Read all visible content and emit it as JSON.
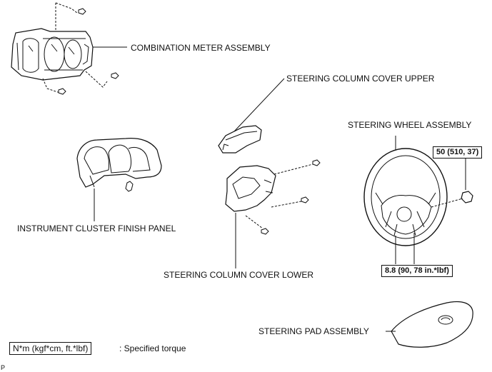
{
  "labels": {
    "combination_meter": "COMBINATION METER ASSEMBLY",
    "column_cover_upper": "STEERING COLUMN COVER UPPER",
    "steering_wheel": "STEERING WHEEL ASSEMBLY",
    "cluster_finish_panel": "INSTRUMENT CLUSTER FINISH PANEL",
    "column_cover_lower": "STEERING COLUMN COVER LOWER",
    "steering_pad": "STEERING PAD ASSEMBLY"
  },
  "torques": {
    "nut": "50 (510, 37)",
    "bolt": "8.8 (90, 78 in.*lbf)"
  },
  "legend": {
    "units": "N*m (kgf*cm, ft.*lbf)",
    "text": ": Specified torque"
  },
  "corner_mark": "P",
  "colors": {
    "ink": "#111111",
    "fill": "#ffffff"
  }
}
